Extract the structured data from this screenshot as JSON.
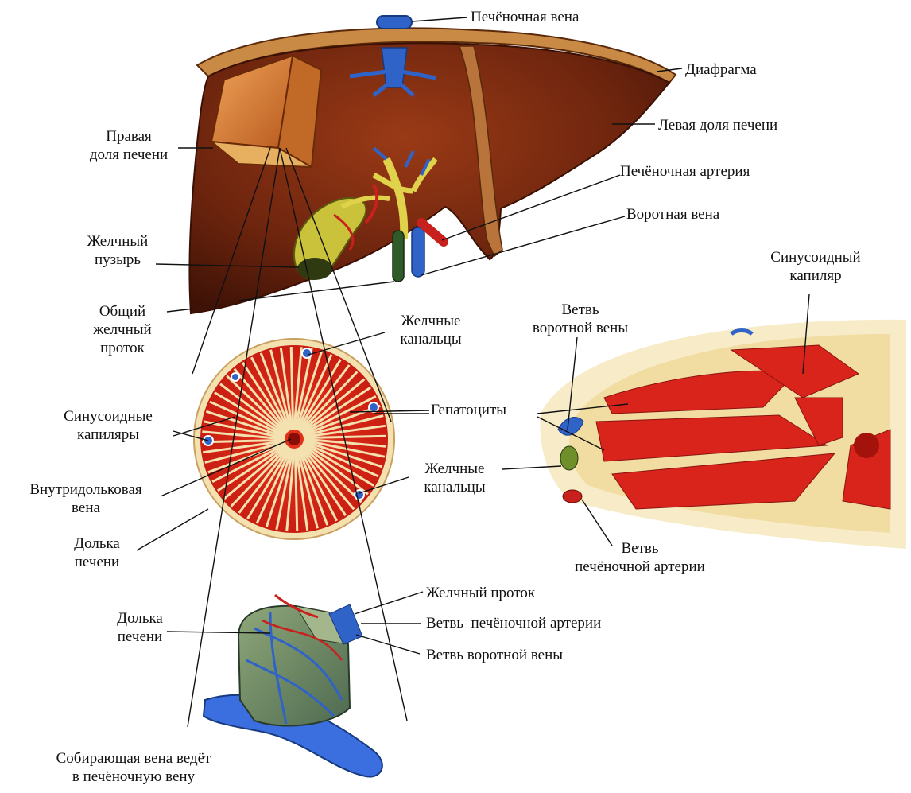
{
  "labels": {
    "hepatic_vein": "Печёночная вена",
    "diaphragm": "Диафрагма",
    "left_lobe": "Левая доля печени",
    "right_lobe": [
      "Правая",
      "доля печени"
    ],
    "hepatic_artery": "Печёночная артерия",
    "portal_vein": "Воротная вена",
    "gallbladder": [
      "Желчный",
      "пузырь"
    ],
    "common_bile_duct": [
      "Общий",
      "желчный",
      "проток"
    ],
    "bile_canaliculi_top": [
      "Желчные",
      "канальцы"
    ],
    "sinusoid_capillaries": [
      "Синусоидные",
      "капиляры"
    ],
    "hepatocytes": "Гепатоциты",
    "bile_canaliculi_mid": [
      "Желчные",
      "канальцы"
    ],
    "central_vein": [
      "Внутридольковая",
      "вена"
    ],
    "lobule_mid": [
      "Долька",
      "печени"
    ],
    "portal_branch_top": [
      "Ветвь",
      "воротной вены"
    ],
    "sinusoid_capillary": [
      "Синусоидный",
      "капиляр"
    ],
    "hepatic_artery_branch_right": [
      "Ветвь",
      "печёночной артерии"
    ],
    "bile_duct": "Желчный проток",
    "hepatic_artery_branch_bottom": "Ветвь  печёночной артерии",
    "portal_branch_bottom": "Ветвь воротной вены",
    "lobule_bottom": [
      "Долька",
      "печени"
    ],
    "collecting_vein": [
      "Собирающая вена ведёт",
      "в печёночную вену"
    ]
  },
  "colors": {
    "liver": "#7a2a10",
    "liver_cut": "#d9843a",
    "hepatocyte_red": "#d8241a",
    "sinusoid_cream": "#f3e2b0",
    "vein_blue": "#2f63c8",
    "artery_red": "#c8201c",
    "bile_green": "#6e8f2a",
    "gallbladder": "#c9c23a"
  }
}
